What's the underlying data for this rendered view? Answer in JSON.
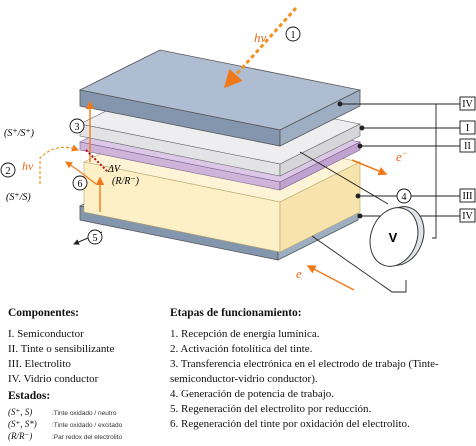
{
  "photon_label": "hv",
  "electron_label": "e",
  "electron_sup": "−",
  "voltmeter_label": "V",
  "delta_v_label": "ΔV",
  "redox_label": "(R/R⁻)",
  "state_oxidized": "(S⁺/S⁺)",
  "state_ground": "(S⁺/S)",
  "layer_tags": [
    "IV",
    "I",
    "II",
    "III",
    "IV"
  ],
  "step_markers": [
    "1",
    "2",
    "3",
    "4",
    "5",
    "6"
  ],
  "colors": {
    "glass_top": "#aebdd1",
    "glass_side": "#8396ad",
    "semiconductor": "#e3e3e6",
    "dye": "#cdb4d8",
    "electrolyte": "#fdefc6",
    "photon": "#f0911c",
    "arrow_orange": "#f07a1a"
  },
  "legend": {
    "components_title": "Componentes:",
    "components": [
      "I. Semiconductor",
      "II. Tinte o sensibilizante",
      "III. Electrolito",
      "IV. Vidrio conductor"
    ],
    "states_title": "Estados:",
    "states": [
      {
        "symbol": "(S⁺, S)",
        "desc": ":Tinte oxidado / neutro"
      },
      {
        "symbol": "(S⁺, S*)",
        "desc": ":Tinte oxidado / excitado"
      },
      {
        "symbol": "(R/R⁻)",
        "desc": ":Par redox del electrolito"
      }
    ]
  },
  "steps": {
    "title": "Etapas de funcionamiento:",
    "items": [
      "1. Recepción de energía lumínica.",
      "2. Activación fotolítica del tinte.",
      "3. Transferencia electrónica en el electrodo de trabajo (Tinte-semiconductor-vidrio conductor).",
      "4. Generación de potencia de trabajo.",
      "5. Regeneración del electrolito por reducción.",
      "6. Regeneración del tinte por oxidación del electrolito."
    ]
  }
}
